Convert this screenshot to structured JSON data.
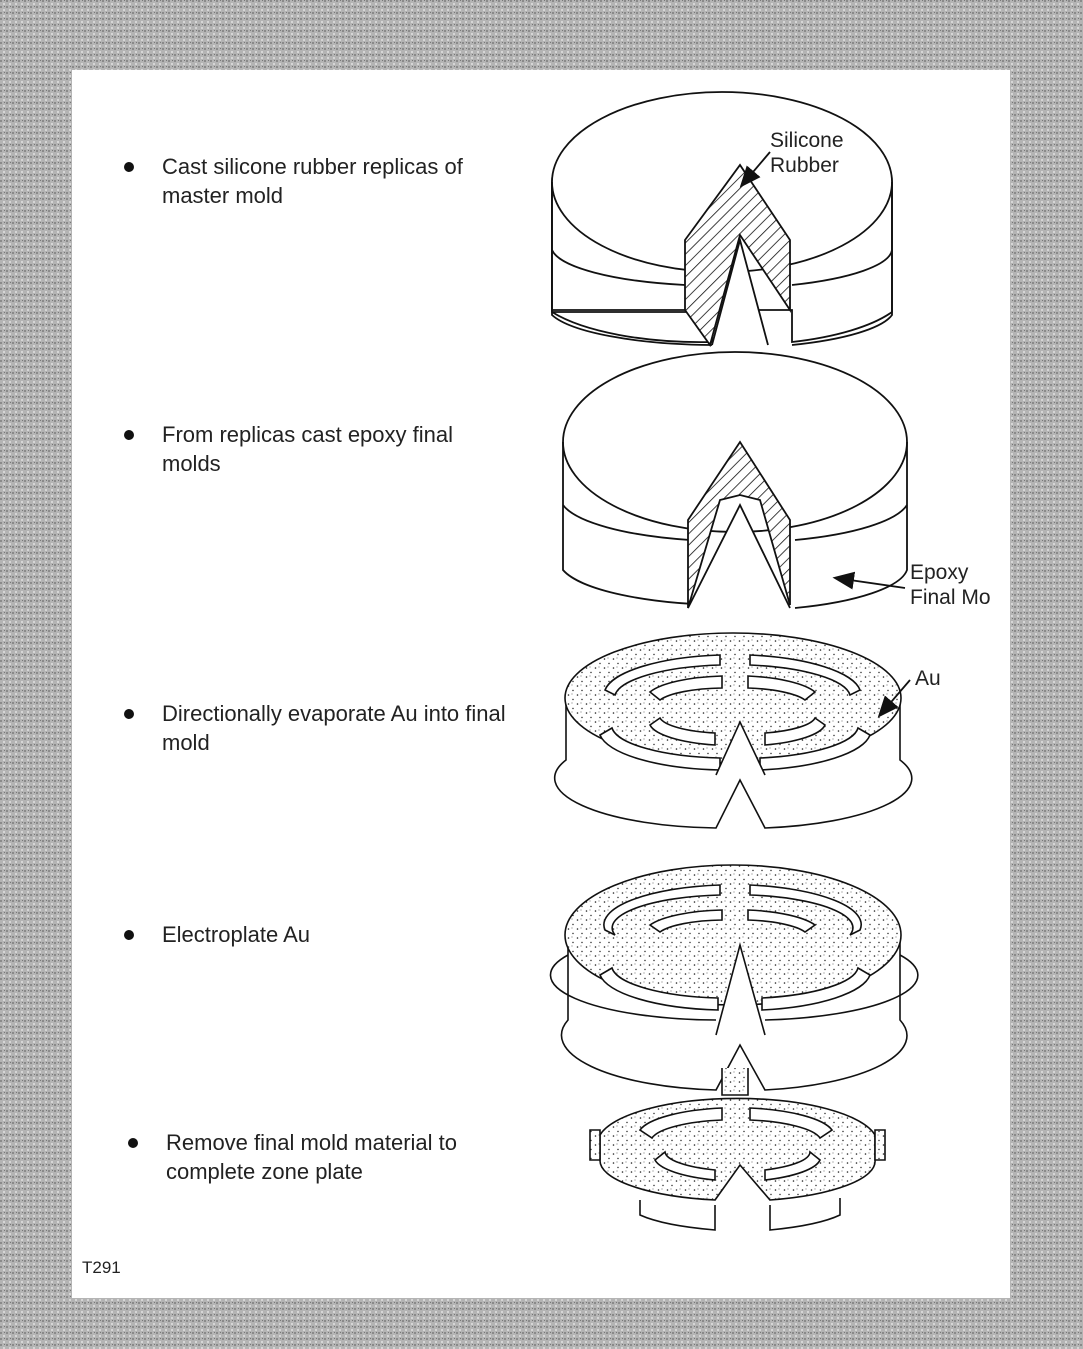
{
  "steps": [
    {
      "text": "Cast silicone rubber replicas of\nmaster mold"
    },
    {
      "text": "From replicas cast epoxy final\nmolds"
    },
    {
      "text": "Directionally evaporate Au into final\nmold"
    },
    {
      "text": "Electroplate Au"
    },
    {
      "text": "Remove final mold material to\ncomplete zone plate"
    }
  ],
  "labels": {
    "silicone": "Silicone\nRubber",
    "epoxy": "Epoxy\nFinal Mo",
    "au": "Au"
  },
  "figure_id": "T291",
  "colors": {
    "frame": "#a9a9a9",
    "panel": "#ffffff",
    "ink": "#111111"
  }
}
